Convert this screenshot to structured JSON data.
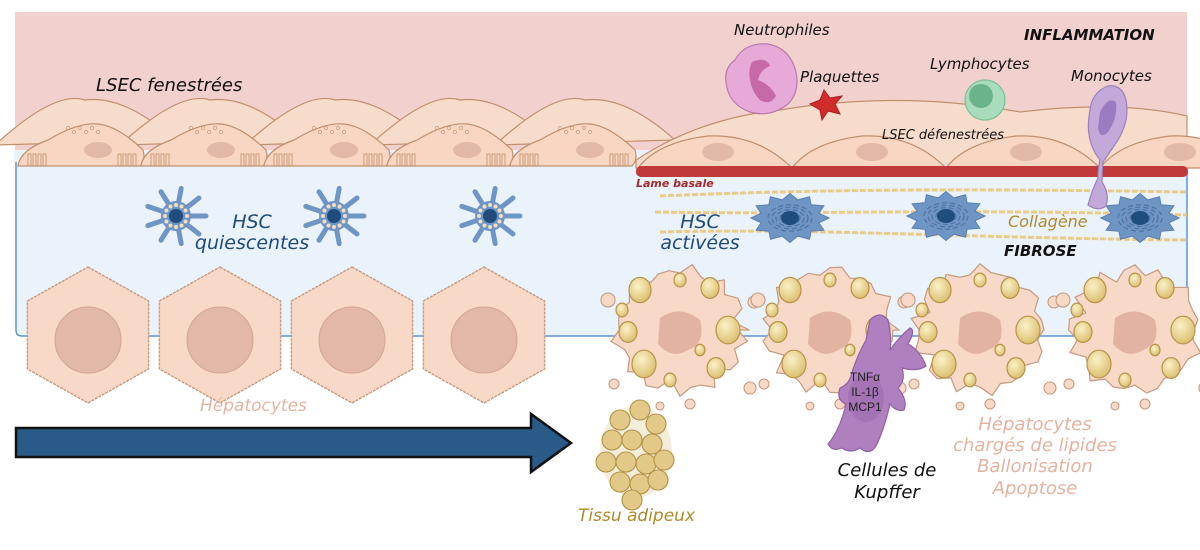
{
  "figure": {
    "title": "Progression NAFLD/NASH: du foie sain vers l'inflammation et la fibrose",
    "colors": {
      "blood_background": "#f1d0cd",
      "space_of_disse": "#eaf3fc",
      "lsec_fill": "#f8dccb",
      "lsec_stroke": "#c0906e",
      "hepatocyte_fill": "#f8d8c6",
      "hepatocyte_nucleus": "#e2b8a8",
      "hsc_fill": "#6f95c5",
      "hsc_nucleus": "#1f4e7e",
      "lipid_droplet": "#e7cf8a",
      "basal_lamina": "#c0393b",
      "collagen": "#ecc67a",
      "kupffer": "#b07fc0",
      "neutrophil": "#e6a9d8",
      "platelet": "#d12c2c",
      "lymphocyte": "#a9dcbc",
      "monocyte": "#c2a9d9",
      "arrow": "#2a5a88"
    }
  },
  "labels": {
    "lsec_fenestrated": "LSEC fenestrées",
    "lsec_defenestrated": "LSEC défenestrées",
    "neutrophils": "Neutrophiles",
    "platelets": "Plaquettes",
    "lymphocytes": "Lymphocytes",
    "monocytes": "Monocytes",
    "inflammation": "INFLAMMATION",
    "basal_lamina": "Lame basale",
    "hsc_quiescent_line1": "HSC",
    "hsc_quiescent_line2": "quiescentes",
    "hsc_activated_line1": "HSC",
    "hsc_activated_line2": "activées",
    "collagen": "Collagène",
    "fibrosis": "FIBROSE",
    "hepatocytes": "Hépatocytes",
    "adipose_tissue": "Tissu adipeux",
    "kupffer_line1": "Cellules de",
    "kupffer_line2": "Kupffer",
    "cytokines": [
      "TNFα",
      "IL-1β",
      "MCP1"
    ],
    "steatosis_lines": [
      "Hépatocytes",
      "chargés de lipides",
      "Ballonisation",
      "Apoptose"
    ]
  }
}
